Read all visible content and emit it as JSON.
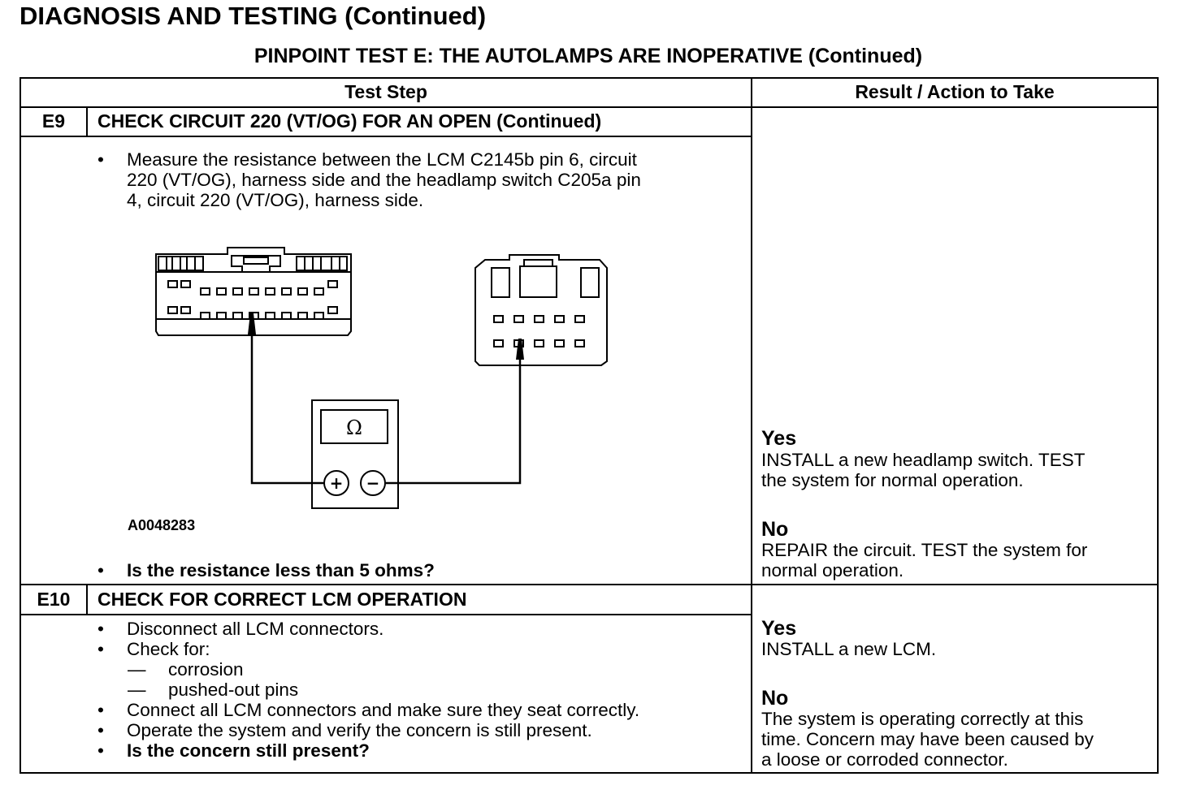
{
  "page_title": "DIAGNOSIS AND TESTING (Continued)",
  "test_title": "PINPOINT TEST E: THE AUTOLAMPS ARE INOPERATIVE (Continued)",
  "table": {
    "col_test_step": "Test Step",
    "col_result": "Result / Action to Take"
  },
  "e9": {
    "id": "E9",
    "title": "CHECK CIRCUIT 220 (VT/OG) FOR AN OPEN (Continued)",
    "bullet_char": "•",
    "instruction_lines": [
      "Measure the resistance between the LCM C2145b pin 6, circuit",
      "220 (VT/OG), harness side and the headlamp switch C205a pin",
      "4, circuit 220 (VT/OG), harness side."
    ],
    "figure_id": "A0048283",
    "meter_symbol": "Ω",
    "meter_plus": "+",
    "meter_minus": "−",
    "question": "Is the resistance less than 5 ohms?",
    "yes_label": "Yes",
    "yes_lines": [
      "INSTALL a new headlamp switch. TEST",
      "the system for normal operation."
    ],
    "no_label": "No",
    "no_lines": [
      "REPAIR the circuit. TEST the system for",
      "normal operation."
    ]
  },
  "e10": {
    "id": "E10",
    "title": "CHECK FOR CORRECT LCM OPERATION",
    "bullet_char": "•",
    "dash_char": "—",
    "bullet1": "Disconnect all LCM connectors.",
    "bullet2": "Check for:",
    "sub1": "corrosion",
    "sub2": "pushed-out pins",
    "bullet3": "Connect all LCM connectors and make sure they seat correctly.",
    "bullet4": "Operate the system and verify the concern is still present.",
    "question": "Is the concern still present?",
    "yes_label": "Yes",
    "yes_lines": [
      "INSTALL a new LCM."
    ],
    "no_label": "No",
    "no_lines": [
      "The system is operating correctly at this",
      "time. Concern may have been caused by",
      "a loose or corroded connector."
    ]
  }
}
